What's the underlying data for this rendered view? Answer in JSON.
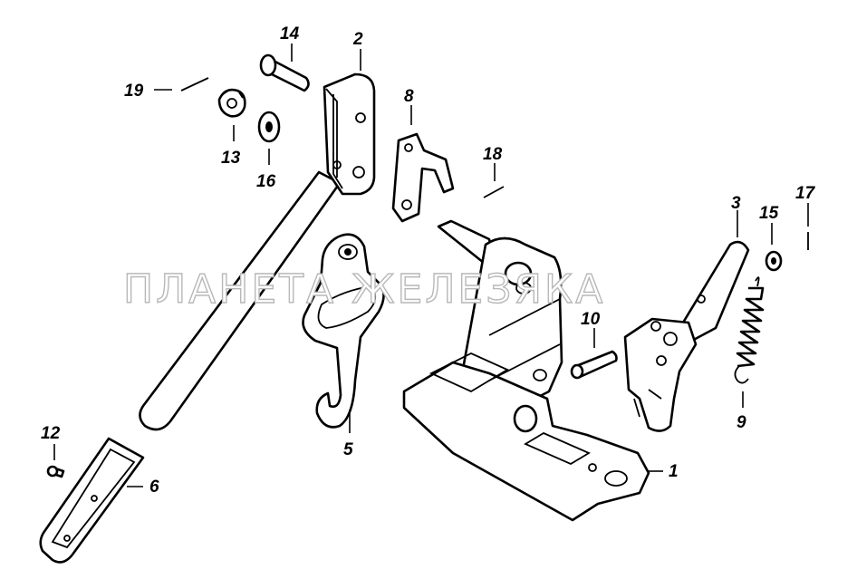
{
  "watermark": "ПЛАНЕТА ЖЕЛЕЗЯКА",
  "callouts": {
    "1": "1",
    "2": "2",
    "3": "3",
    "5": "5",
    "6": "6",
    "8": "8",
    "9": "9",
    "10": "10",
    "12": "12",
    "13": "13",
    "14": "14",
    "15": "15",
    "16": "16",
    "17": "17",
    "18": "18",
    "19": "19"
  }
}
